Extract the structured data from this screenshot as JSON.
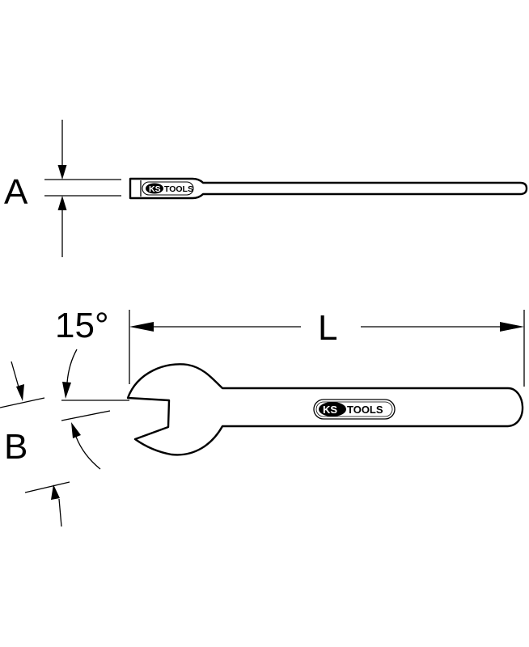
{
  "labels": {
    "thickness": "A",
    "opening": "B",
    "length": "L",
    "angle": "15°"
  },
  "logo": {
    "brand_left": "KS",
    "brand_right": "TOOLS"
  },
  "colors": {
    "line": "#000000",
    "background": "#ffffff"
  }
}
